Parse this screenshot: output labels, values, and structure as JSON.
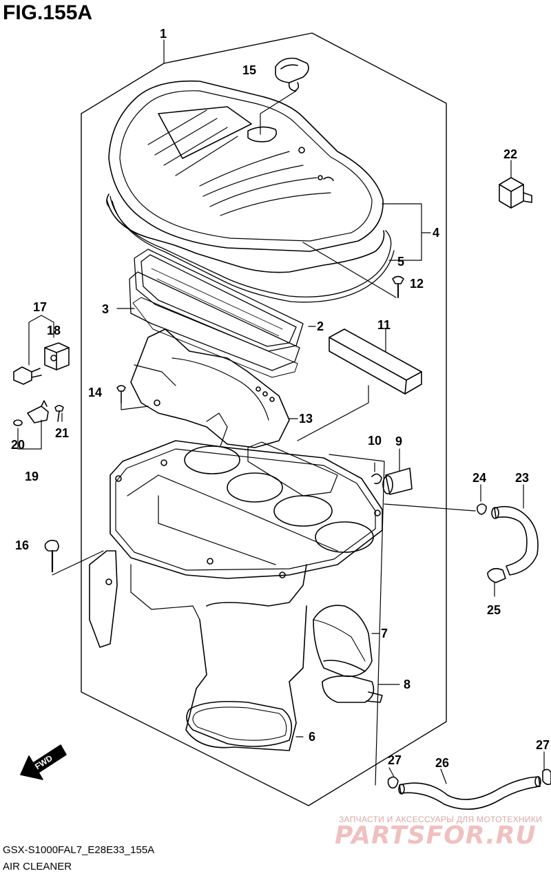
{
  "header": {
    "figure_title": "FIG.155A"
  },
  "footer": {
    "model_code": "GSX-S1000FAL7_E28E33_155A",
    "section_name": "AIR CLEANER"
  },
  "fwd_arrow": {
    "label": "FWD"
  },
  "watermark": {
    "tagline": "ЗАПЧАСТИ И АКСЕССУАРЫ ДЛЯ МОТОТЕХНИКИ",
    "logo": "PARTSFOR.RU"
  },
  "part_labels": [
    "1",
    "2",
    "3",
    "4",
    "5",
    "6",
    "7",
    "8",
    "9",
    "10",
    "11",
    "12",
    "13",
    "14",
    "15",
    "16",
    "17",
    "18",
    "19",
    "20",
    "21",
    "22",
    "23",
    "24",
    "25",
    "26",
    "27",
    "27"
  ]
}
